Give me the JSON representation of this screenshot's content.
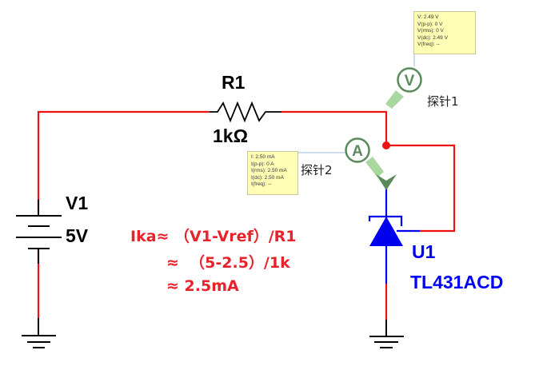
{
  "components": {
    "r1": {
      "ref": "R1",
      "value": "1kΩ"
    },
    "v1": {
      "ref": "V1",
      "value": "5V"
    },
    "u1": {
      "ref": "U1",
      "part": "TL431ACD"
    }
  },
  "probes": {
    "probe1": {
      "name": "探针1",
      "symbol": "V",
      "readings": [
        "V: 2.49 V",
        "V(p-p): 0 V",
        "V(rms): 0 V",
        "V(dc): 2.49 V",
        "V(freq): --"
      ]
    },
    "probe2": {
      "name": "探针2",
      "symbol": "A",
      "readings": [
        "I: 2.50 mA",
        "I(p-p): 0 A",
        "I(rms): 2.50 mA",
        "I(dc): 2.50 mA",
        "I(freq): --"
      ]
    }
  },
  "annotation": {
    "line1": "Ika≈ （V1-Vref）/R1",
    "line2": "≈  （5-2.5）/1k",
    "line3": "≈ 2.5mA"
  },
  "colors": {
    "wire": "#ee1111",
    "component": "#000000",
    "tl431": "#0000ee",
    "probe": "#5a8a5a",
    "annotation": "#e8222a",
    "tooltip_bg": "#fffeb4"
  }
}
